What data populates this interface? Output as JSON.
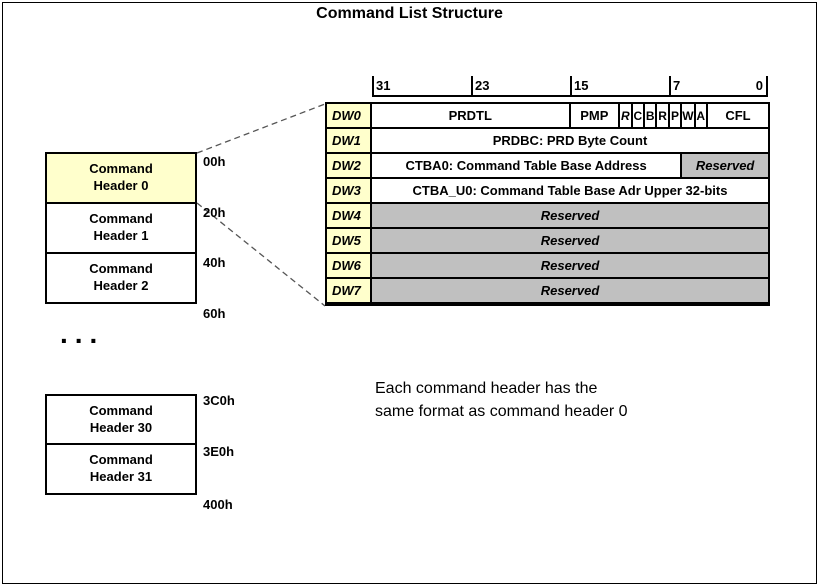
{
  "title": "Command List Structure",
  "command_list": {
    "headers": [
      {
        "line1": "Command",
        "line2": "Header 0",
        "offset": "00h"
      },
      {
        "line1": "Command",
        "line2": "Header 1",
        "offset": "20h"
      },
      {
        "line1": "Command",
        "line2": "Header 2",
        "offset": "40h"
      },
      {
        "line1": "Command",
        "line2": "Header 30",
        "offset": "3C0h"
      },
      {
        "line1": "Command",
        "line2": "Header 31",
        "offset": "3E0h"
      }
    ],
    "offset_after_2": "60h",
    "offset_end": "400h",
    "ellipsis": "..."
  },
  "bit_ruler": {
    "labels": [
      "31",
      "23",
      "15",
      "7",
      "0"
    ]
  },
  "dw_table": {
    "rows": [
      {
        "label": "DW0",
        "cells": [
          {
            "text": "PRDTL"
          },
          {
            "text": "PMP"
          },
          {
            "text": "R"
          },
          {
            "text": "C"
          },
          {
            "text": "B"
          },
          {
            "text": "R"
          },
          {
            "text": "P"
          },
          {
            "text": "W"
          },
          {
            "text": "A"
          },
          {
            "text": "CFL"
          }
        ]
      },
      {
        "label": "DW1",
        "cells": [
          {
            "text": "PRDBC: PRD Byte Count"
          }
        ]
      },
      {
        "label": "DW2",
        "cells": [
          {
            "text": "CTBA0: Command Table Base Address"
          },
          {
            "text": "Reserved"
          }
        ]
      },
      {
        "label": "DW3",
        "cells": [
          {
            "text": "CTBA_U0: Command Table Base Adr Upper 32-bits"
          }
        ]
      },
      {
        "label": "DW4",
        "cells": [
          {
            "text": "Reserved"
          }
        ]
      },
      {
        "label": "DW5",
        "cells": [
          {
            "text": "Reserved"
          }
        ]
      },
      {
        "label": "DW6",
        "cells": [
          {
            "text": "Reserved"
          }
        ]
      },
      {
        "label": "DW7",
        "cells": [
          {
            "text": "Reserved"
          }
        ]
      }
    ]
  },
  "note": {
    "line1": "Each command header has the",
    "line2": "same format as command header 0"
  },
  "colors": {
    "highlight_yellow": "#FFFFCC",
    "reserved_gray": "#C0C0C0",
    "line_black": "#000000"
  }
}
